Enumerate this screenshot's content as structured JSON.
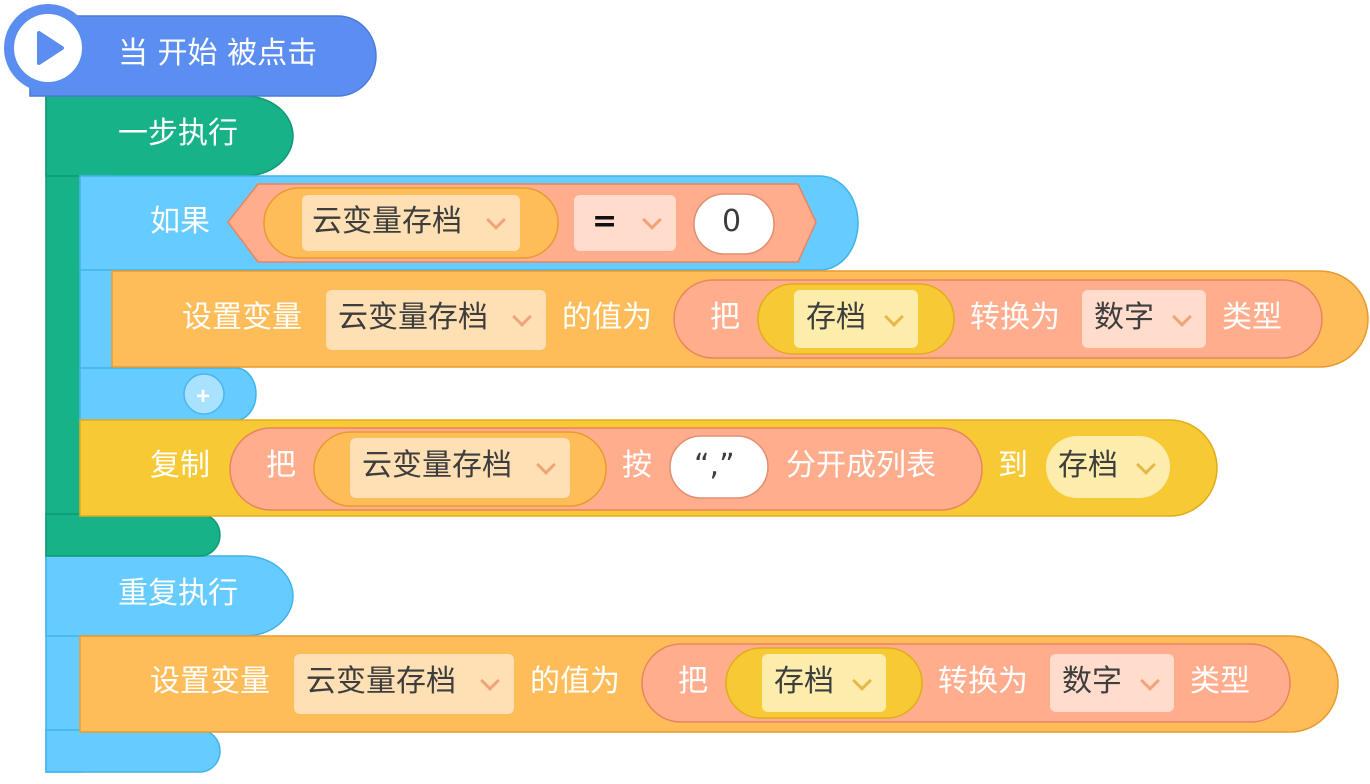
{
  "hat": {
    "label": "当 开始 被点击"
  },
  "step_block": {
    "label": "一步执行"
  },
  "if_block": {
    "label": "如果",
    "variable": "云变量存档",
    "operator": "=",
    "value": "0"
  },
  "set_var_1": {
    "label": "设置变量",
    "variable": "云变量存档",
    "value_label": "的值为",
    "convert_prefix": "把",
    "source": "存档",
    "convert_label": "转换为",
    "type": "数字",
    "type_suffix": "类型"
  },
  "add_button": {
    "label": "+"
  },
  "copy_block": {
    "label": "复制",
    "split_prefix": "把",
    "variable": "云变量存档",
    "by_label": "按",
    "separator": "“,”",
    "split_label": "分开成列表",
    "to_label": "到",
    "target": "存档"
  },
  "repeat_block": {
    "label": "重复执行"
  },
  "set_var_2": {
    "label": "设置变量",
    "variable": "云变量存档",
    "value_label": "的值为",
    "convert_prefix": "把",
    "source": "存档",
    "convert_label": "转换为",
    "type": "数字",
    "type_suffix": "类型"
  },
  "colors": {
    "event": "#5b8ef0",
    "control_green": "#17b287",
    "control_blue": "#66ccff",
    "data_orange": "#ffbd5a",
    "list_yellow": "#f7c935",
    "operator_salmon": "#ffad8d"
  }
}
